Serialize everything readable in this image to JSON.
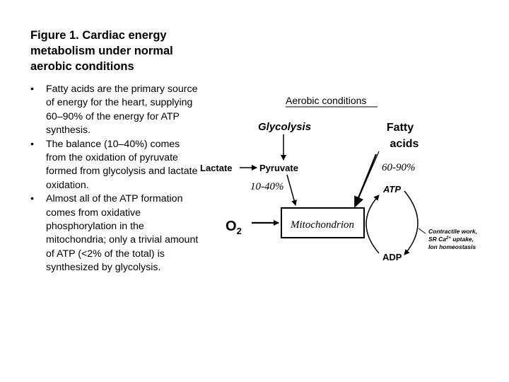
{
  "slide": {
    "title": "Figure 1.  Cardiac energy metabolism under normal aerobic conditions",
    "bullets": [
      "Fatty acids are the primary source of energy for the heart, supplying 60–90% of the energy for ATP synthesis.",
      "The balance (10–40%) comes from the oxidation of pyruvate formed from glycolysis and lactate oxidation.",
      "Almost all of the ATP formation comes from oxidative phosphorylation in the mitochondria; only a trivial amount of ATP (<2% of the total) is synthesized by glycolysis."
    ],
    "bullet_symbol": "•"
  },
  "diagram": {
    "heading": "Aerobic conditions",
    "glycolysis": "Glycolysis",
    "fatty_line1": "Fatty",
    "fatty_line2": "acids",
    "lactate": "Lactate",
    "pyruvate": "Pyruvate",
    "pct_fatty": "60-90%",
    "pct_pyruvate": "10-40%",
    "atp": "ATP",
    "adp": "ADP",
    "oxygen": "O",
    "oxygen_sub": "2",
    "mitochondrion": "Mitochondrion",
    "uses_line1": "Contractile work,",
    "uses_line2_pre": "SR Ca",
    "uses_line2_sup": "2+",
    "uses_line2_post": " uptake,",
    "uses_line3": "Ion homeostasis"
  }
}
